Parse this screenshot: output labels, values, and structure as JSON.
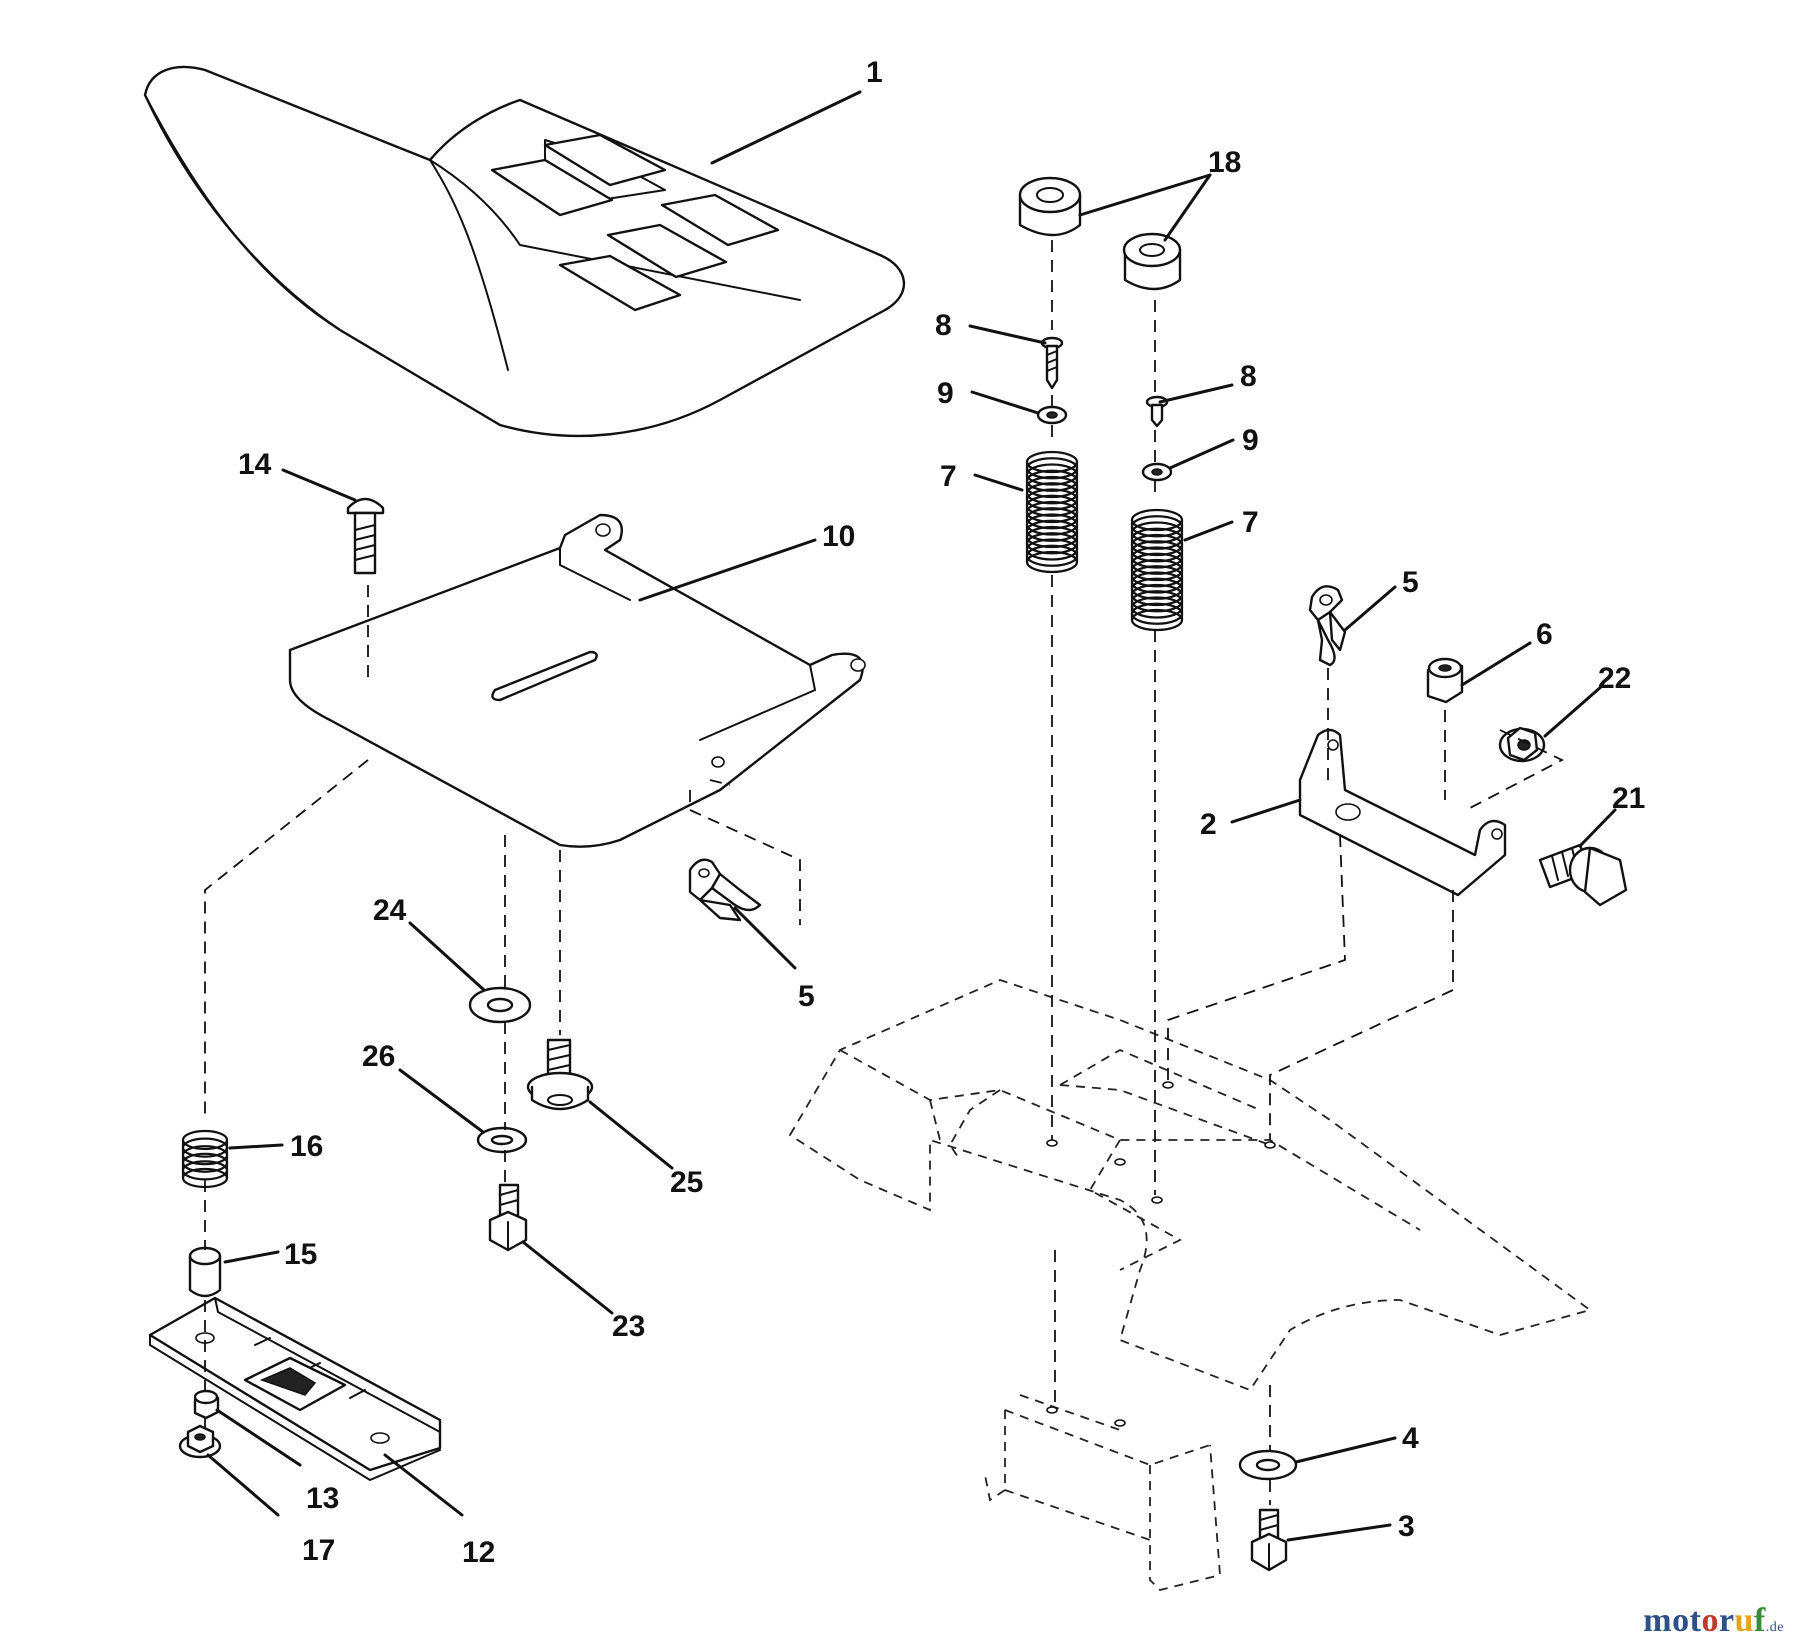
{
  "watermark": {
    "letters": [
      {
        "ch": "m",
        "color": "#2d4f8a"
      },
      {
        "ch": "o",
        "color": "#2d4f8a"
      },
      {
        "ch": "t",
        "color": "#2d4f8a"
      },
      {
        "ch": "o",
        "color": "#c0392b"
      },
      {
        "ch": "r",
        "color": "#2d4f8a"
      },
      {
        "ch": "u",
        "color": "#e2a51b"
      },
      {
        "ch": "f",
        "color": "#3a8a3a"
      }
    ],
    "tld": ".de"
  },
  "callouts": {
    "c1": "1",
    "c18": "18",
    "c8a": "8",
    "c8b": "8",
    "c9a": "9",
    "c9b": "9",
    "c7a": "7",
    "c7b": "7",
    "c14": "14",
    "c10": "10",
    "c5a": "5",
    "c5b": "5",
    "c6": "6",
    "c22": "22",
    "c2": "2",
    "c21": "21",
    "c24": "24",
    "c26": "26",
    "c25": "25",
    "c16": "16",
    "c15": "15",
    "c23": "23",
    "c13": "13",
    "c17": "17",
    "c12": "12",
    "c4": "4",
    "c3": "3"
  }
}
